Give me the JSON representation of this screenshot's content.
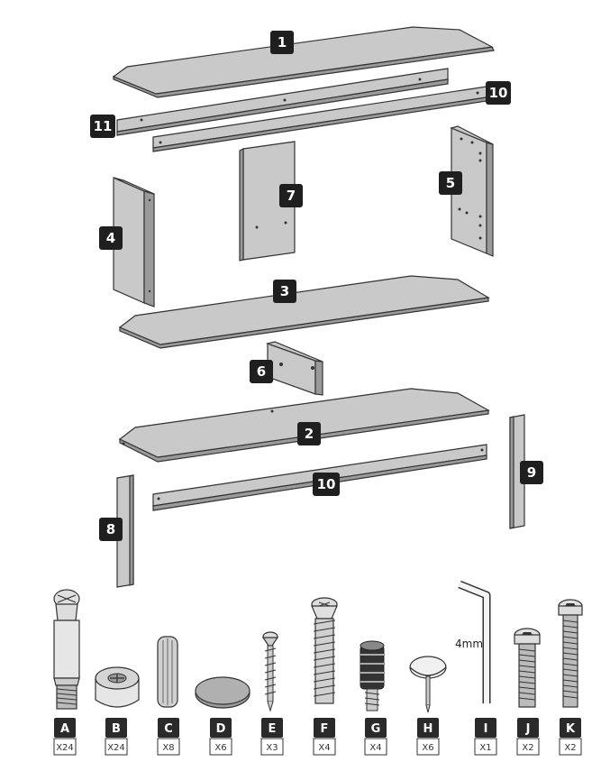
{
  "part_numbers": {
    "p1": "1",
    "p2": "2",
    "p3": "3",
    "p4": "4",
    "p5": "5",
    "p6": "6",
    "p7": "7",
    "p8": "8",
    "p9": "9",
    "p10a": "10",
    "p10b": "10",
    "p11": "11"
  },
  "hardware": [
    {
      "letter": "A",
      "qty": "X24"
    },
    {
      "letter": "B",
      "qty": "X24"
    },
    {
      "letter": "C",
      "qty": "X8"
    },
    {
      "letter": "D",
      "qty": "X6"
    },
    {
      "letter": "E",
      "qty": "X3"
    },
    {
      "letter": "F",
      "qty": "X4"
    },
    {
      "letter": "G",
      "qty": "X4"
    },
    {
      "letter": "H",
      "qty": "X6"
    },
    {
      "letter": "I",
      "qty": "X1"
    },
    {
      "letter": "J",
      "qty": "X2"
    },
    {
      "letter": "K",
      "qty": "X2"
    }
  ],
  "allen_key_size": "4mm",
  "colors": {
    "panel": "#c9c9c9",
    "panel_edge": "#9a9a9a",
    "badge": "#1f1f1f",
    "outline": "#333333"
  }
}
